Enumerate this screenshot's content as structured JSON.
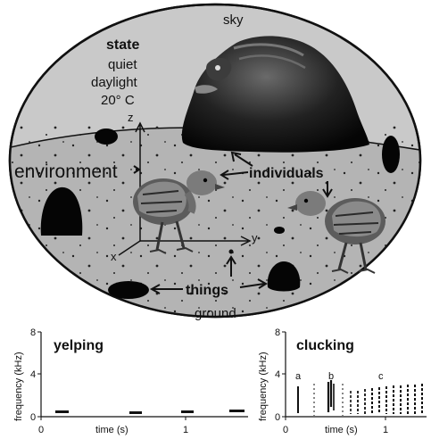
{
  "scene": {
    "sky_label": "sky",
    "ground_label": "ground",
    "state": {
      "heading": "state",
      "lines": [
        "quiet",
        "daylight",
        "20° C"
      ]
    },
    "environment_label": "environment",
    "individuals_label": "individuals",
    "things_label": "things",
    "axes": {
      "z": "z",
      "y": "y",
      "x": "x"
    }
  },
  "panels": [
    {
      "title": "yelping",
      "ylabel": "frequency (kHz)",
      "yticks": [
        "0",
        "4",
        "8"
      ],
      "xlabel": "time (s)",
      "xticks": [
        "0",
        "1"
      ]
    },
    {
      "title": "clucking",
      "ylabel": "frequency (kHz)",
      "yticks": [
        "0",
        "4",
        "8"
      ],
      "xlabel": "time (s)",
      "xticks": [
        "0",
        "1"
      ],
      "segment_labels": [
        "a",
        "b",
        "c"
      ]
    }
  ]
}
